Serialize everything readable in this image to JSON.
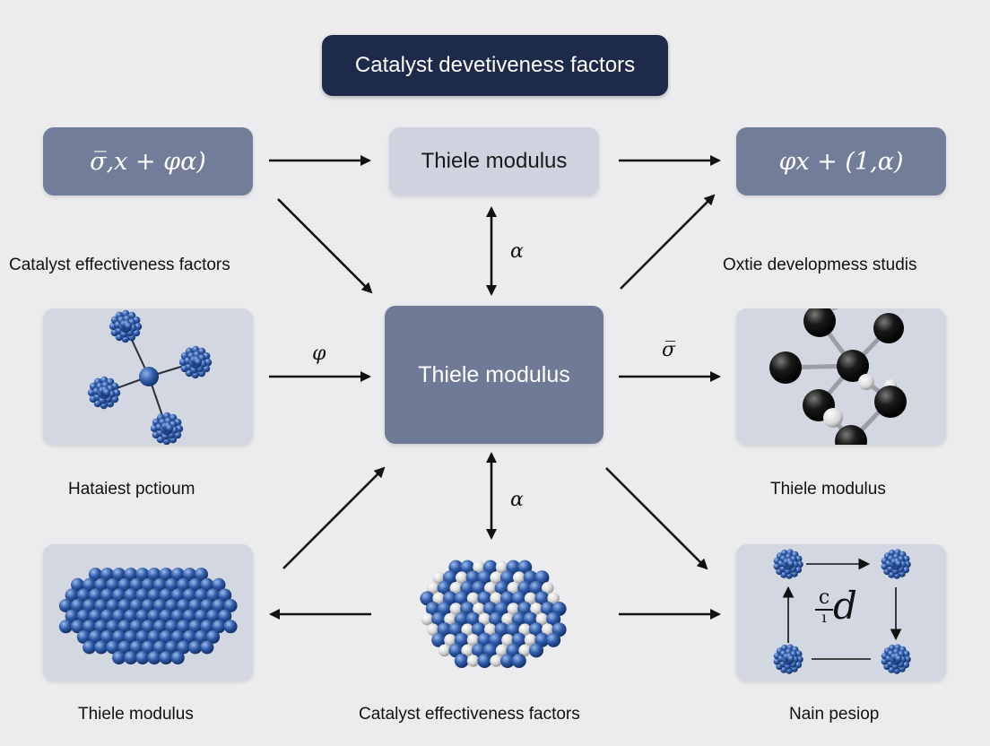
{
  "title": "Catalyst devetiveness factors",
  "top_row": {
    "left_formula": "σ̅,x + φα)",
    "center": "Thiele modulus",
    "right_formula": "φx + (1,α)"
  },
  "side_labels": {
    "left_upper": "Catalyst effectiveness factors",
    "right_upper": "Oxtie developmess studis",
    "left_middle": "Hataiest pctioum",
    "right_middle": "Thiele modulus",
    "bottom_left": "Thiele modulus",
    "bottom_center": "Catalyst effectiveness factors",
    "bottom_right": "Nain pesiop"
  },
  "center_box": "Thiele modulus",
  "arrow_labels": {
    "up_alpha": "α",
    "left_phi": "φ",
    "right_sigma": "σ̅",
    "down_alpha": "α"
  },
  "bottom_right_panel": {
    "fraction_top": "c",
    "fraction_bottom": "ı",
    "variable": "d"
  },
  "colors": {
    "background": "#ececee",
    "title_bg": "#1e2a4a",
    "dark_box": "#727d99",
    "light_box": "#cfd3df",
    "panel": "#d3d7e1",
    "sphere_blue": "#2e5aa8"
  }
}
